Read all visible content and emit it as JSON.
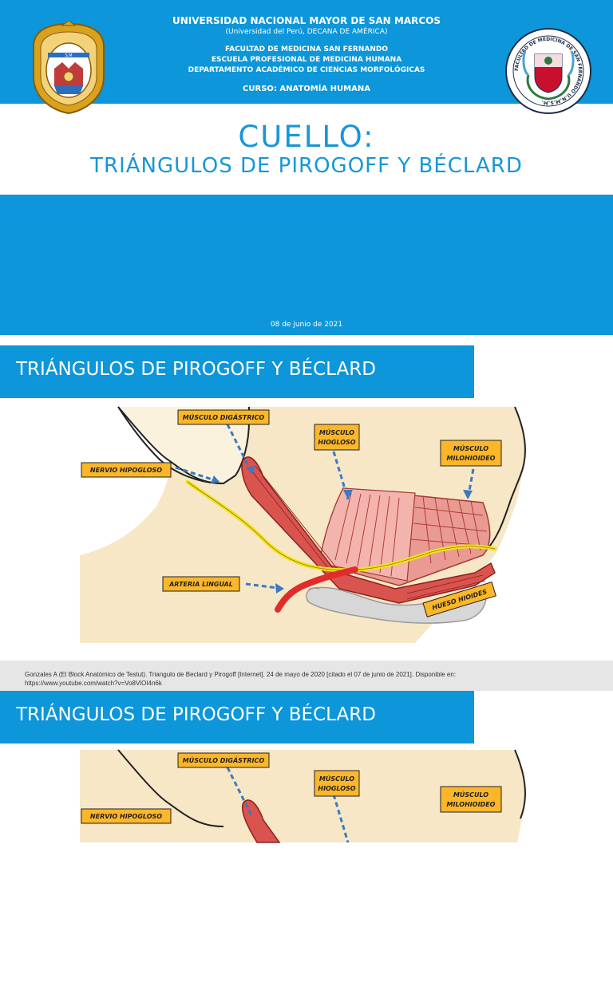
{
  "header": {
    "university": "UNIVERSIDAD NACIONAL MAYOR DE SAN MARCOS",
    "university_sub": "(Universidad del Perú, DECANA DE AMÉRICA)",
    "faculty": "FACULTAD DE MEDICINA SAN FERNANDO",
    "school": "ESCUELA PROFESIONAL DE MEDICINA HUMANA",
    "department": "DEPARTAMENTO ACADÉMICO DE CIENCIAS MORFOLÓGICAS",
    "course": "CURSO: ANATOMÍA HUMANA",
    "left_seal_text": "S.M",
    "right_seal_text": "FACULTAD DE MEDICINA DE SAN FERNANDO U.N.M.S.M."
  },
  "title": {
    "main": "CUELLO:",
    "sub": "TRIÁNGULOS DE PIROGOFF Y BÉCLARD"
  },
  "date": "08 de junio de 2021",
  "slide2": {
    "title": "TRIÁNGULOS DE PIROGOFF Y BÉCLARD",
    "labels": {
      "digastrico": "MÚSCULO DIGÁSTRICO",
      "hiogloso_1": "MÚSCULO",
      "hiogloso_2": "HIOGLOSO",
      "milohioideo_1": "MÚSCULO",
      "milohioideo_2": "MILOHIOIDEO",
      "hipogloso": "NERVIO HIPOGLOSO",
      "lingual": "ARTERIA LINGUAL",
      "hioides": "HUESO HIOIDES"
    },
    "citation_line1": "Gonzales A (El Block Anatómico de Testut). Triangulo de Beclard y Pirogoff [Internet]. 24 de mayo de 2020 [citado el 07 de junio de 2021]. Disponible en:",
    "citation_line2": "https://www.youtube.com/watch?v=Vo8VlOI4n6k"
  },
  "slide3": {
    "title": "TRIÁNGULOS DE PIROGOFF Y BÉCLARD"
  },
  "colors": {
    "brand_blue": "#0d96d9",
    "title_blue": "#1797d5",
    "label_orange": "#fbb62a",
    "muscle_red": "#d9534f",
    "nerve_yellow": "#f2e21b",
    "callout_arrow": "#3b79c2"
  }
}
